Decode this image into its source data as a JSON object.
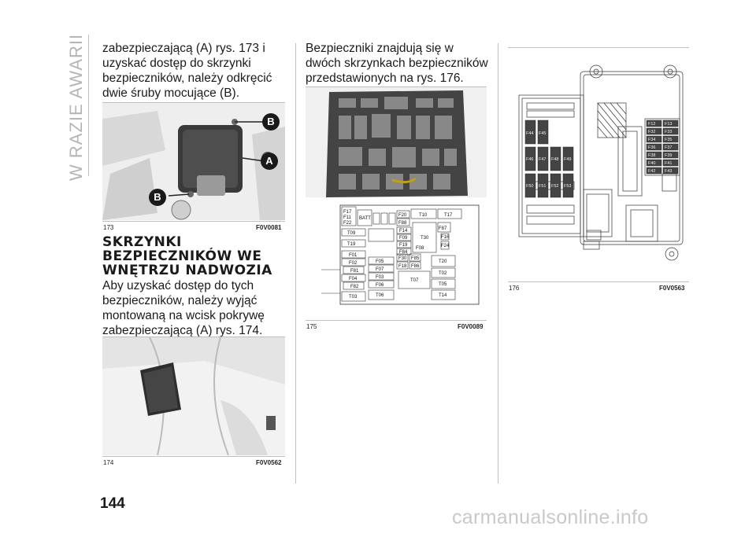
{
  "section_title": "W RAZIE AWARII",
  "col1": {
    "para1": "zabezpieczającą (A) rys. 173 i uzyskać dostęp do skrzynki bezpieczników, należy odkręcić dwie śruby mocujące (B).",
    "fig173": {
      "number": "173",
      "code": "F0V0081",
      "labels": [
        "B",
        "A",
        "B"
      ]
    },
    "heading": "SKRZYNKI BEZPIECZNIKÓW WE WNĘTRZU NADWOZIA",
    "para2": "Aby uzyskać dostęp do tych bezpieczników, należy wyjąć montowaną na wcisk pokrywę zabezpieczającą (A) rys. 174.",
    "fig174": {
      "number": "174",
      "code": "F0V0562"
    }
  },
  "col2": {
    "para1": "Bezpieczniki znajdują się w dwóch skrzynkach bezpieczników przedstawionych na rys. 176.",
    "fig175": {
      "number": "175",
      "code": "F0V0089",
      "fuses_left": [
        "F17",
        "F11",
        "F22",
        "BATT",
        "T09",
        "T19",
        "F01",
        "F02",
        "F81",
        "F04",
        "F82",
        "T03"
      ],
      "fuses_mid": [
        "F20",
        "F88",
        "F14",
        "F09",
        "F19",
        "F84",
        "F05",
        "F07",
        "F03",
        "F06",
        "T06",
        "F30",
        "F18",
        "F85",
        "F86",
        "F08",
        "T07"
      ],
      "fuses_right": [
        "T10",
        "T17",
        "T30",
        "F87",
        "F16",
        "F24",
        "T20",
        "T02",
        "T05",
        "T14"
      ]
    }
  },
  "col3": {
    "fig176": {
      "number": "176",
      "code": "F0V0563",
      "fuses": [
        "F12",
        "F13",
        "F32",
        "F33",
        "F34",
        "F35",
        "F36",
        "F37",
        "F38",
        "F39",
        "F40",
        "F41",
        "F42",
        "F43",
        "F44",
        "F45",
        "F46",
        "F47",
        "F48",
        "F49",
        "F50",
        "F51",
        "F52",
        "F53"
      ]
    }
  },
  "page_number": "144",
  "watermark": "carmanualsonline.info"
}
